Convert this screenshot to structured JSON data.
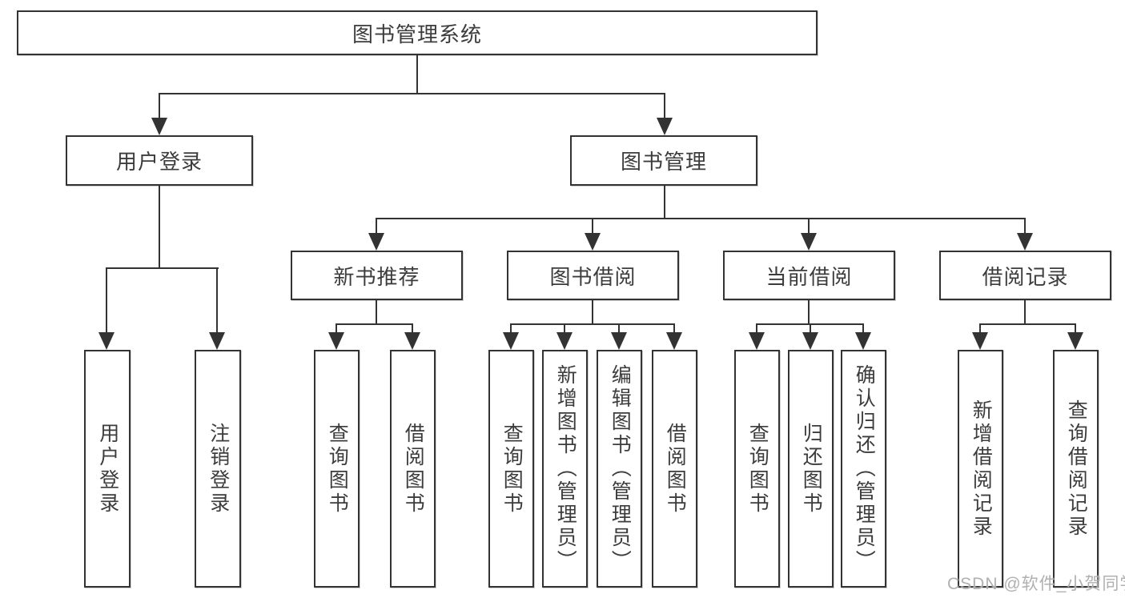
{
  "diagram": {
    "title": "图书管理系统",
    "branches": [
      {
        "label": "用户登录",
        "children": [
          "用户登录",
          "注销登录"
        ]
      },
      {
        "label": "图书管理",
        "sections": [
          {
            "label": "新书推荐",
            "children": [
              "查询图书",
              "借阅图书"
            ]
          },
          {
            "label": "图书借阅",
            "children": [
              "查询图书",
              "新增图书（管理员）",
              "编辑图书（管理员）",
              "借阅图书"
            ]
          },
          {
            "label": "当前借阅",
            "children": [
              "查询图书",
              "归还图书",
              "确认归还（管理员）"
            ]
          },
          {
            "label": "借阅记录",
            "children": [
              "新增借阅记录",
              "查询借阅记录"
            ]
          }
        ]
      }
    ]
  },
  "watermark": {
    "text": "CSDN @软件_小贺同学"
  },
  "colors": {
    "line": "#333333",
    "box_border": "#333333",
    "text": "#3c3c3c",
    "watermark": "#acacac",
    "background": "#ffffff"
  }
}
